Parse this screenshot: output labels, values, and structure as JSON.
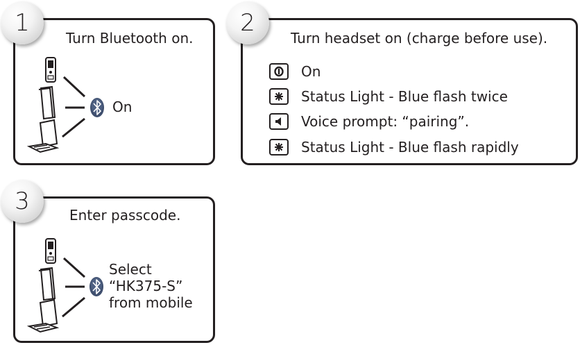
{
  "steps": [
    {
      "number": "1",
      "title": "Turn Bluetooth on.",
      "status": "On"
    },
    {
      "number": "2",
      "title": "Turn headset on (charge before use).",
      "items": [
        {
          "icon": "power-icon",
          "label": "On"
        },
        {
          "icon": "status-light-icon",
          "label": "Status Light - Blue flash twice"
        },
        {
          "icon": "speaker-icon",
          "label": "Voice prompt: “pairing”."
        },
        {
          "icon": "status-light-icon",
          "label": "Status Light - Blue flash rapidly"
        }
      ]
    },
    {
      "number": "3",
      "title": "Enter passcode.",
      "instruction": [
        "Select",
        "“HK375-S”",
        "from mobile"
      ]
    }
  ],
  "colors": {
    "bluetooth_badge": "#3f4f6e",
    "border": "#231f20"
  }
}
